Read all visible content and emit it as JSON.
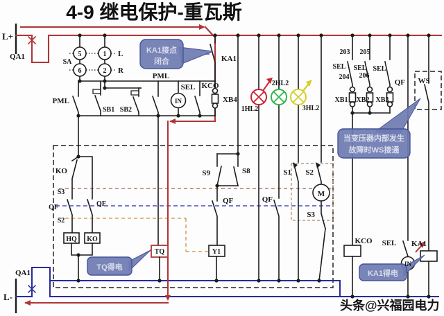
{
  "title": "4-9  继电保护-重瓦斯",
  "watermark": "头条@兴福园电力",
  "power": {
    "positive": "L+",
    "negative": "L-",
    "breaker_top": "QA1",
    "breaker_bottom": "QA1"
  },
  "control_switch": {
    "label": "SA",
    "contact_top_left": "5",
    "contact_top_right": "1",
    "contact_bottom_left": "6",
    "contact_bottom_right": "2",
    "dir_left": "L",
    "dir_right": "R"
  },
  "labels": {
    "pml_left": "PML",
    "sb1": "SB1",
    "sb2": "SB2",
    "pml_right": "PML",
    "sel_mid": "SEL",
    "in_mid": "IN",
    "kco_mid": "KCO",
    "xb4": "XB4",
    "ka1_contact": "KA1",
    "ko_contact": "KO",
    "s3_left": "S3",
    "qf_hq": "QF",
    "s2_left": "S2",
    "qf_ko": "QF",
    "hq_coil": "HQ",
    "ko_coil": "KO",
    "tq_coil": "TQ",
    "s9": "S9",
    "s8": "S8",
    "qf_y1": "QF",
    "y1_coil": "Y1",
    "lamp1": "1HL2",
    "lamp2": "2HL2",
    "lamp3": "3HL2",
    "qf_lamp": "QF",
    "s1": "S1",
    "s2_right": "S2",
    "motor": "M",
    "s3_right": "S3",
    "n203": "203",
    "n204": "204",
    "n205": "205",
    "n206": "206",
    "sel1": "SEL",
    "sel2": "SEL",
    "sel3": "SEL",
    "xb1": "XB1",
    "xb2": "XB2",
    "xb3": "XB3",
    "qf_right": "QF",
    "ws": "WS",
    "kco_coil": "KCO",
    "sel_bottom": "SEL",
    "in_bottom": "IN",
    "ka1_coil": "KA1"
  },
  "callouts": {
    "ka1_contact": {
      "lines": [
        "KA1接点",
        "闭合"
      ]
    },
    "ws": {
      "lines": [
        "当变压器内部发生",
        "故障时WS接通"
      ]
    },
    "tq": {
      "text": "TQ得电"
    },
    "ka1_coil": {
      "text": "KA1得电"
    }
  },
  "colors": {
    "wire_black": "#1c1c1c",
    "wire_red": "#b03537",
    "wire_blue": "#2b2b9c",
    "lamp_red": "#cc2233",
    "lamp_green": "#2eb84a",
    "lamp_yellow": "#d4cf2a",
    "callout_fill": "#6f7cb2",
    "callout_border": "#46549a",
    "linkage_brown": "#9a6a55",
    "linkage_blue": "#4d4dc0",
    "linkage_orange": "#cc9040"
  }
}
